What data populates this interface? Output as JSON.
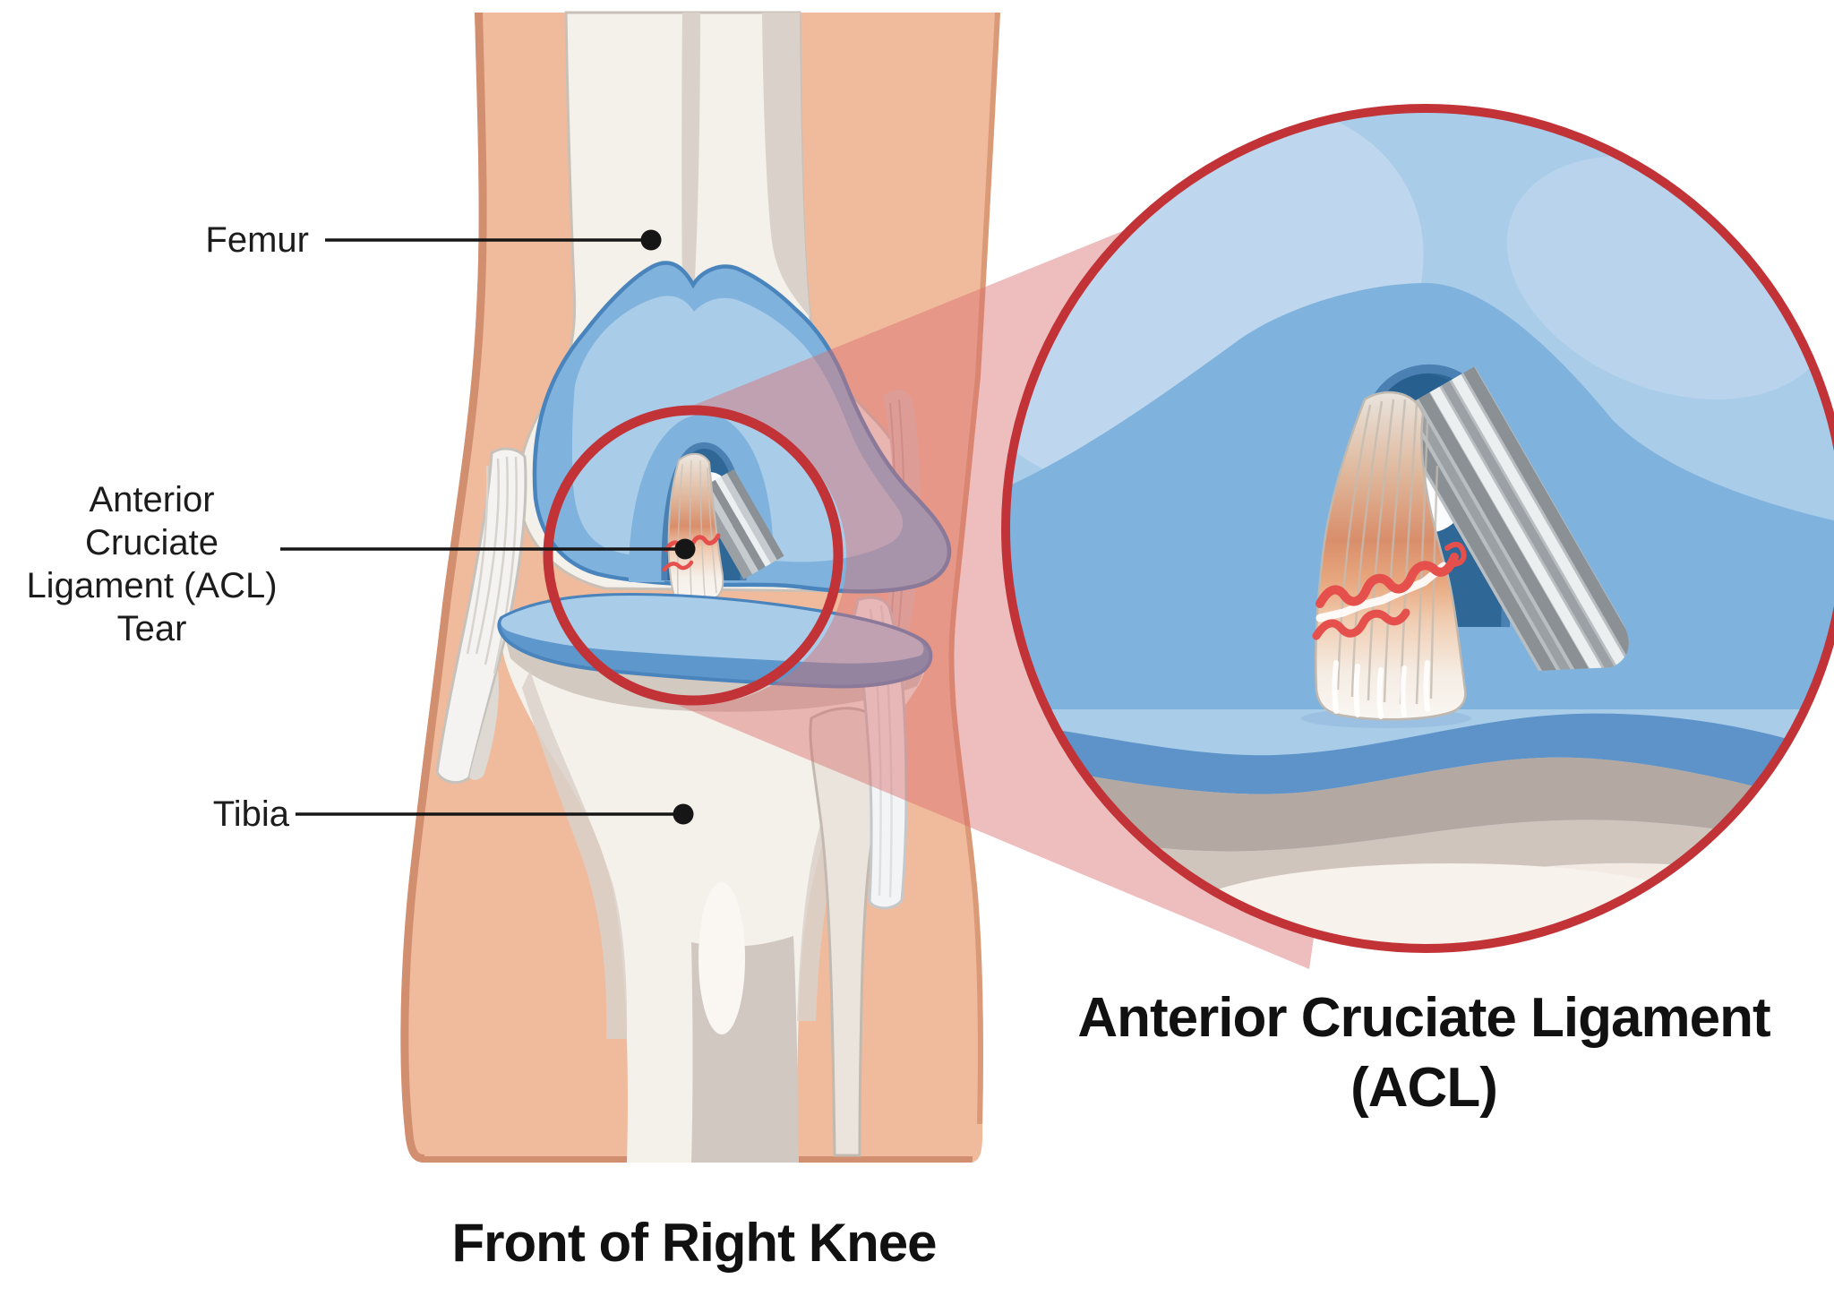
{
  "diagram": {
    "caption_main": "Front of Right Knee",
    "zoom_caption": {
      "line1": "Anterior Cruciate Ligament",
      "line2": "(ACL)"
    },
    "annotations": {
      "femur": {
        "label": "Femur"
      },
      "acl_tear": {
        "line1": "Anterior Cruciate",
        "line2": "Ligament (ACL)",
        "line3": "Tear"
      },
      "tibia": {
        "label": "Tibia"
      }
    },
    "colors": {
      "background": "#FFFFFF",
      "skin": "#F0BB9D",
      "skin_edge": "#D28F70",
      "bone_ivory": "#F4F0EA",
      "bone_gray": "#D9D1CA",
      "bone_tan": "#CBC2BA",
      "cartilage_light": "#A9CCE9",
      "cartilage_mid": "#7FB2DC",
      "cartilage_strong": "#5E97CB",
      "cartilage_outline": "#4A84BC",
      "notch_dark": "#2F6897",
      "ligament_white": "#F4F3F1",
      "acl_orange": "#D98E6B",
      "tear_red": "#E5504D",
      "pcl_gray": "#8A9094",
      "callout_red": "#C23338",
      "magnifier_wash": "#D96C6C",
      "text": "#1C1C1C"
    }
  }
}
